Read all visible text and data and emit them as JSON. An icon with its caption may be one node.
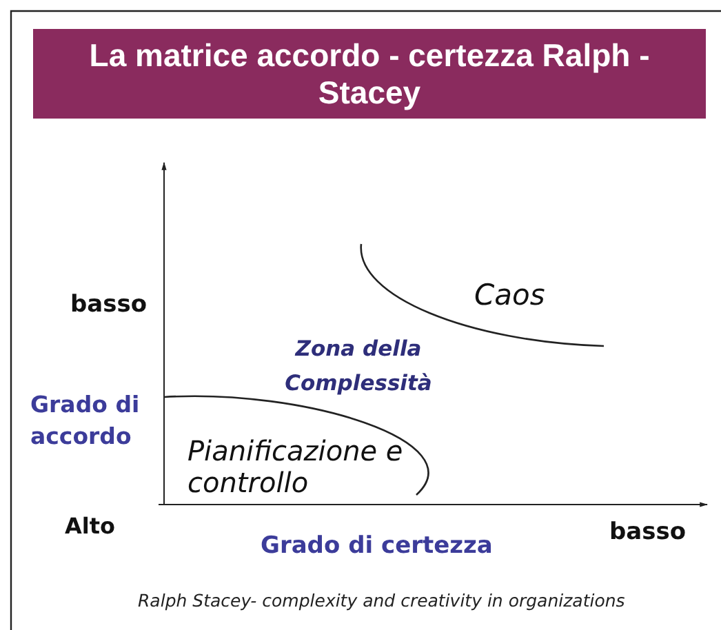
{
  "diagram": {
    "title": "La matrice accordo - certezza Ralph - Stacey",
    "caption": "Ralph Stacey- complexity and creativity in organizations",
    "labels": [
      "basso",
      "Caos",
      "Zona della Complessità",
      "Grado di accordo",
      "Pianificazione e controllo",
      "Alto",
      "basso",
      "Grado di certezza"
    ]
  }
}
